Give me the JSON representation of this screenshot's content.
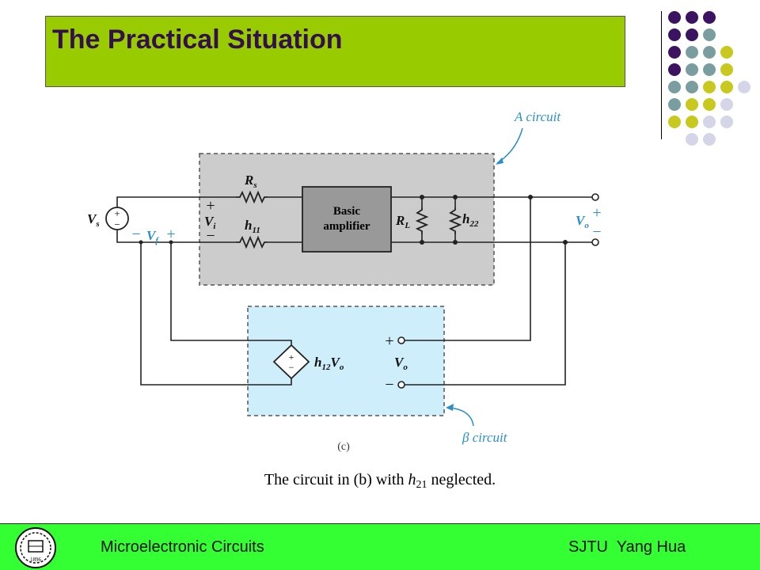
{
  "slide": {
    "title": "The Practical Situation"
  },
  "decoration": {
    "dot_colors": [
      "#3c1361",
      "#7a9e9f",
      "#c8c81e",
      "#d5d5e8"
    ]
  },
  "diagram": {
    "a_circuit_label": "A circuit",
    "beta_circuit_label": "β circuit",
    "basic_amplifier_line1": "Basic",
    "basic_amplifier_line2": "amplifier",
    "rs_label": "R",
    "rs_sub": "s",
    "h11_label": "h",
    "h11_sub": "11",
    "rl_label": "R",
    "rl_sub": "L",
    "h22_label": "h",
    "h22_sub": "22",
    "vs_label": "V",
    "vs_sub": "s",
    "vi_label": "V",
    "vi_sub": "i",
    "vf_label": "V",
    "vf_sub": "f",
    "vo_label": "V",
    "vo_sub": "o",
    "h12vo_label": "h",
    "h12vo_sub": "12",
    "h12vo_tail": "V",
    "h12vo_tail_sub": "o",
    "vo_beta_label": "V",
    "vo_beta_sub": "o",
    "plus": "+",
    "minus": "−",
    "figure_tag": "(c)"
  },
  "caption": {
    "pre": "The circuit in (b) with ",
    "var": "h",
    "sub": "21",
    "post": " neglected."
  },
  "footer": {
    "left": "Microelectronic Circuits",
    "right": "SJTU  Yang Hua",
    "logo_year": "1896"
  }
}
